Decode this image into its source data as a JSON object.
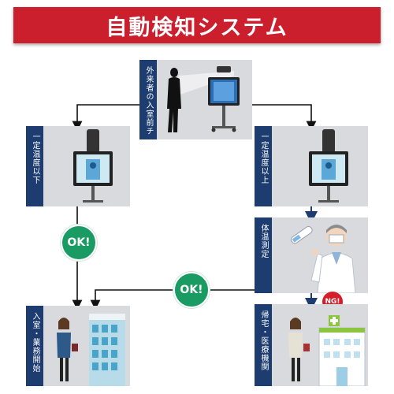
{
  "title": "自動検知システム",
  "panels": {
    "top": "外来者の入室前チェック",
    "left": "一定温度以下",
    "right": "一定温度以上",
    "measure": "体温測定",
    "enter": "入室・業務開始",
    "home": "帰宅・医療機関"
  },
  "badges": {
    "ok_left": "OK!",
    "ok_mid": "OK!",
    "ng": "NG!"
  },
  "colors": {
    "banner": "#cc1f2d",
    "tab": "#1d3c6f",
    "ok": "#1a9b63",
    "ng": "#d41e2a",
    "panel": "#d9dade"
  }
}
